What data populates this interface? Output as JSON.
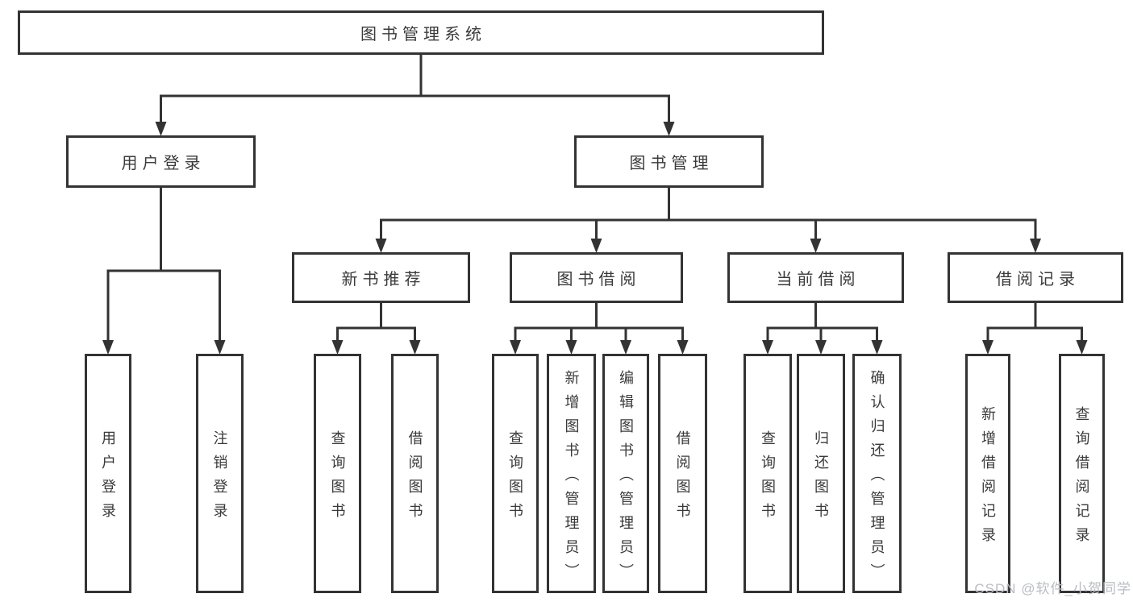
{
  "diagram": {
    "watermark": "CSDN @软件_小贺同学",
    "colors": {
      "line": "#333333",
      "text": "#3a3a3a",
      "background": "#ffffff",
      "watermark": "#b9bdc3"
    },
    "nodes": [
      {
        "id": "root",
        "label": "图书管理系统",
        "text_direction": "horizontal"
      },
      {
        "id": "user-login",
        "label": "用户登录",
        "text_direction": "horizontal"
      },
      {
        "id": "book-mgmt",
        "label": "图书管理",
        "text_direction": "horizontal"
      },
      {
        "id": "login",
        "label": "用户登录",
        "text_direction": "vertical"
      },
      {
        "id": "logout",
        "label": "注销登录",
        "text_direction": "vertical"
      },
      {
        "id": "new-book-rec",
        "label": "新书推荐",
        "text_direction": "horizontal"
      },
      {
        "id": "book-borrow",
        "label": "图书借阅",
        "text_direction": "horizontal"
      },
      {
        "id": "current-borrow",
        "label": "当前借阅",
        "text_direction": "horizontal"
      },
      {
        "id": "borrow-records",
        "label": "借阅记录",
        "text_direction": "horizontal"
      },
      {
        "id": "rec-query-book",
        "label": "查询图书",
        "text_direction": "vertical"
      },
      {
        "id": "rec-borrow-book",
        "label": "借阅图书",
        "text_direction": "vertical"
      },
      {
        "id": "bb-query-book",
        "label": "查询图书",
        "text_direction": "vertical"
      },
      {
        "id": "bb-add-book",
        "label": "新增图书（管理员）",
        "text_direction": "vertical"
      },
      {
        "id": "bb-edit-book",
        "label": "编辑图书（管理员）",
        "text_direction": "vertical"
      },
      {
        "id": "bb-borrow-book",
        "label": "借阅图书",
        "text_direction": "vertical"
      },
      {
        "id": "cb-query-book",
        "label": "查询图书",
        "text_direction": "vertical"
      },
      {
        "id": "cb-return-book",
        "label": "归还图书",
        "text_direction": "vertical"
      },
      {
        "id": "cb-confirm-return",
        "label": "确认归还（管理员）",
        "text_direction": "vertical"
      },
      {
        "id": "br-add-record",
        "label": "新增借阅记录",
        "text_direction": "vertical"
      },
      {
        "id": "br-query-record",
        "label": "查询借阅记录",
        "text_direction": "vertical"
      }
    ],
    "edges": {
      "root": [
        "user-login",
        "book-mgmt"
      ],
      "user-login": [
        "login",
        "logout"
      ],
      "book-mgmt": [
        "new-book-rec",
        "book-borrow",
        "current-borrow",
        "borrow-records"
      ],
      "new-book-rec": [
        "rec-query-book",
        "rec-borrow-book"
      ],
      "book-borrow": [
        "bb-query-book",
        "bb-add-book",
        "bb-edit-book",
        "bb-borrow-book"
      ],
      "current-borrow": [
        "cb-query-book",
        "cb-return-book",
        "cb-confirm-return"
      ],
      "borrow-records": [
        "br-add-record",
        "br-query-record"
      ]
    }
  }
}
